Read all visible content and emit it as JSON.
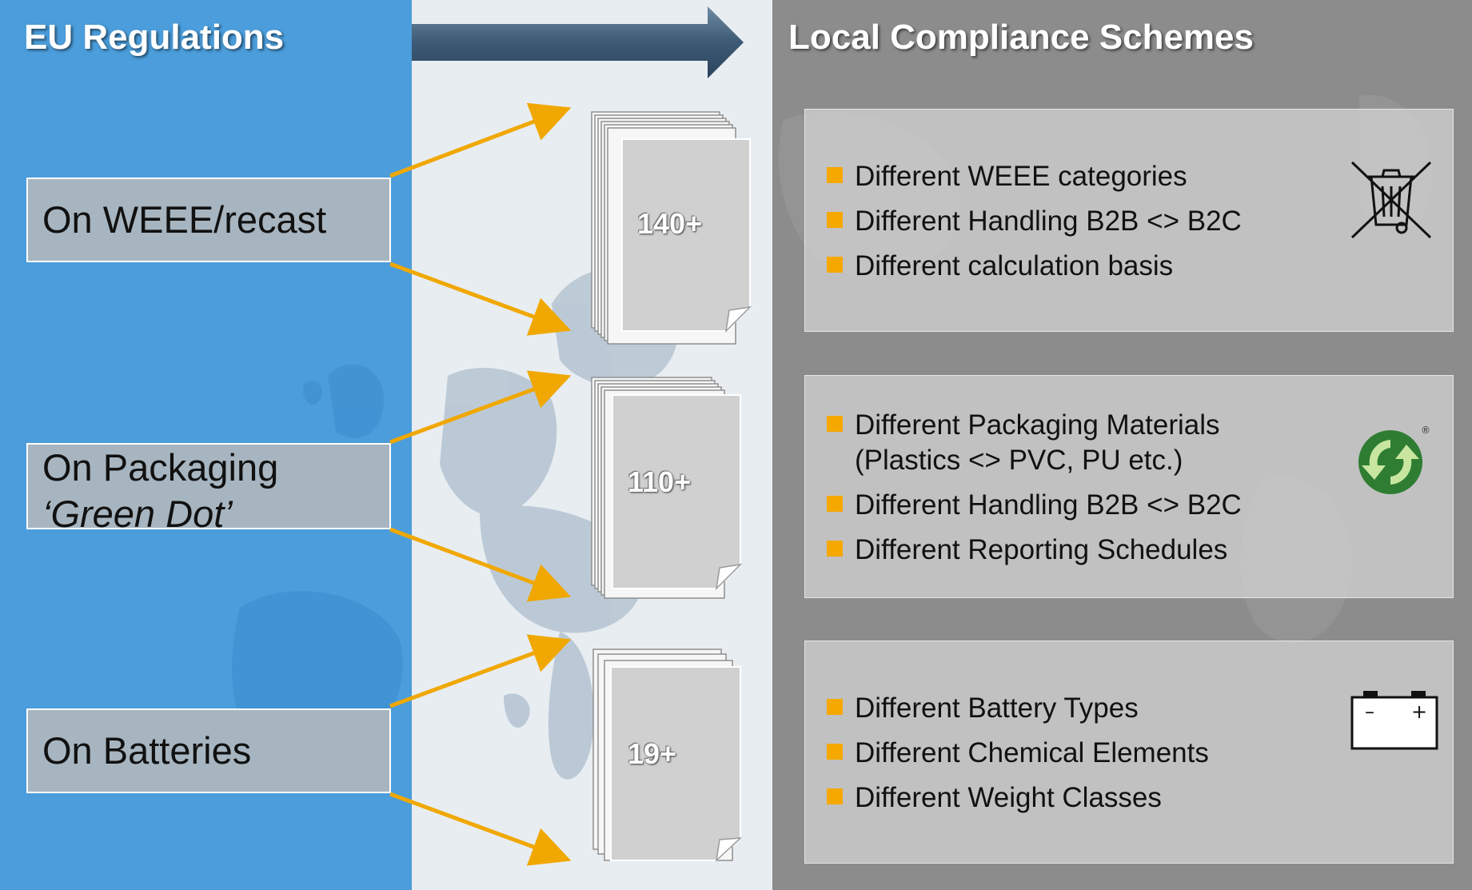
{
  "headings": {
    "left": "EU Regulations",
    "right": "Local Compliance Schemes"
  },
  "regulations": [
    {
      "line1": "On WEEE/recast",
      "line2": ""
    },
    {
      "line1": "On Packaging",
      "line2": "‘Green Dot’"
    },
    {
      "line1": "On Batteries",
      "line2": ""
    }
  ],
  "document_stacks": [
    {
      "count": "140+"
    },
    {
      "count": "110+"
    },
    {
      "count": "19+"
    }
  ],
  "schemes": [
    {
      "items": [
        "Different WEEE categories",
        "Different Handling B2B <> B2C",
        "Different calculation basis"
      ],
      "icon": "crossed-out-wheelie-bin-icon"
    },
    {
      "items": [
        "Different Packaging Materials",
        "Different Handling B2B <> B2C",
        "Different Reporting Schedules"
      ],
      "item0_sub": "(Plastics <> PVC, PU etc.)",
      "icon": "green-dot-icon",
      "icon_mark": "®"
    },
    {
      "items": [
        "Different Battery Types",
        "Different Chemical Elements",
        "Different Weight Classes"
      ],
      "icon": "battery-icon",
      "icon_minus": "–",
      "icon_plus": "+"
    }
  ],
  "colors": {
    "left_panel": "#4b9ddb",
    "right_panel": "#8c8c8c",
    "arrow": "#f0a800",
    "bullet": "#f5a800"
  }
}
